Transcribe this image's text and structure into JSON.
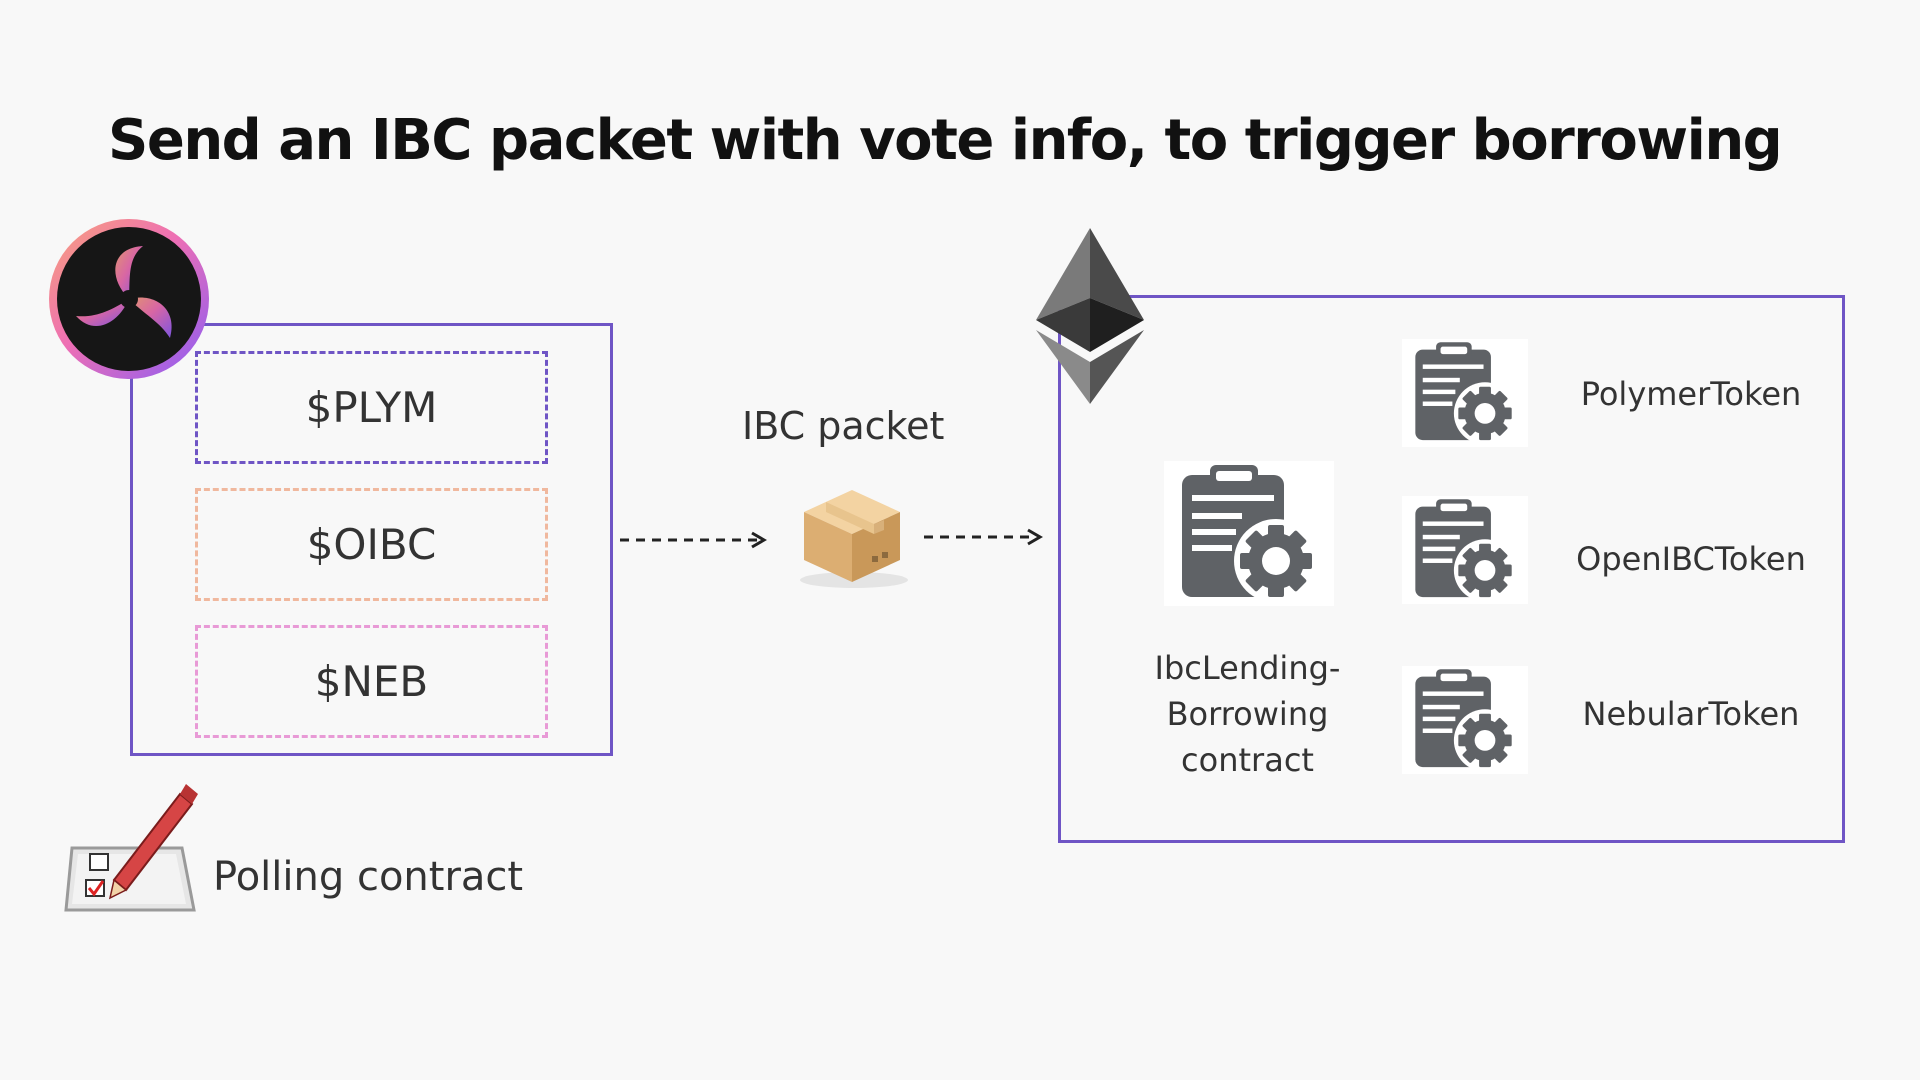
{
  "title": "Send an IBC packet with vote info, to trigger borrowing",
  "polling": {
    "tokens": [
      "$PLYM",
      "$OIBC",
      "$NEB"
    ],
    "label": "Polling contract"
  },
  "packet": {
    "label": "IBC packet"
  },
  "lending": {
    "contract_lines": [
      "IbcLending-",
      "Borrowing",
      "contract"
    ],
    "tokens": [
      "PolymerToken",
      "OpenIBCToken",
      "NebularToken"
    ]
  },
  "colors": {
    "box_border": "#6f55c5",
    "token_plym": "#6f55c5",
    "token_oibc": "#f0b89e",
    "token_neb": "#e89ad6",
    "icon_gray": "#5f6266"
  },
  "icons": [
    "polymer-logo-icon",
    "ethereum-logo-icon",
    "package-box-icon",
    "ballot-pencil-icon",
    "contract-gear-icon"
  ]
}
